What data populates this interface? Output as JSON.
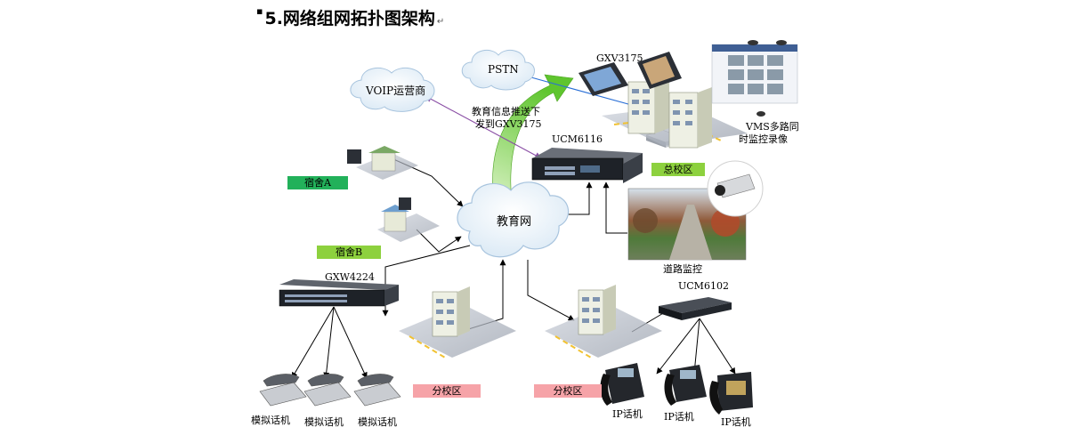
{
  "heading": {
    "number_marker": "▪",
    "title": "5.网络组网拓扑图架构",
    "return_mark": "↵"
  },
  "clouds": {
    "pstn": "PSTN",
    "voip": "VOIP运营商",
    "edu_net": "教育网"
  },
  "devices": {
    "gxv3175": "GXV3175",
    "ucm6116": "UCM6116",
    "gxw4224": "GXW4224",
    "ucm6102": "UCM6102"
  },
  "annotations": {
    "push_line1": "教育信息推送下",
    "push_line2": "发到GXV3175",
    "vms_line1": "VMS多路同",
    "vms_line2": "时监控录像",
    "road_monitor": "道路监控"
  },
  "zones": {
    "main_campus": "总校区",
    "dorm_a": "宿舍A",
    "dorm_b": "宿舍B",
    "branch_left": "分校区",
    "branch_right": "分校区"
  },
  "phones": {
    "analog": [
      "模拟话机",
      "模拟话机",
      "模拟话机"
    ],
    "ip": [
      "IP话机",
      "IP话机",
      "IP话机"
    ]
  },
  "colors": {
    "arrow_green": "#5fc52e",
    "line_purple": "#8a4fa5",
    "line_blue": "#2a6fd6",
    "zone_green": "#22b15a",
    "zone_lightgreen": "#8dd13e",
    "zone_pink": "#f6a3a8"
  }
}
